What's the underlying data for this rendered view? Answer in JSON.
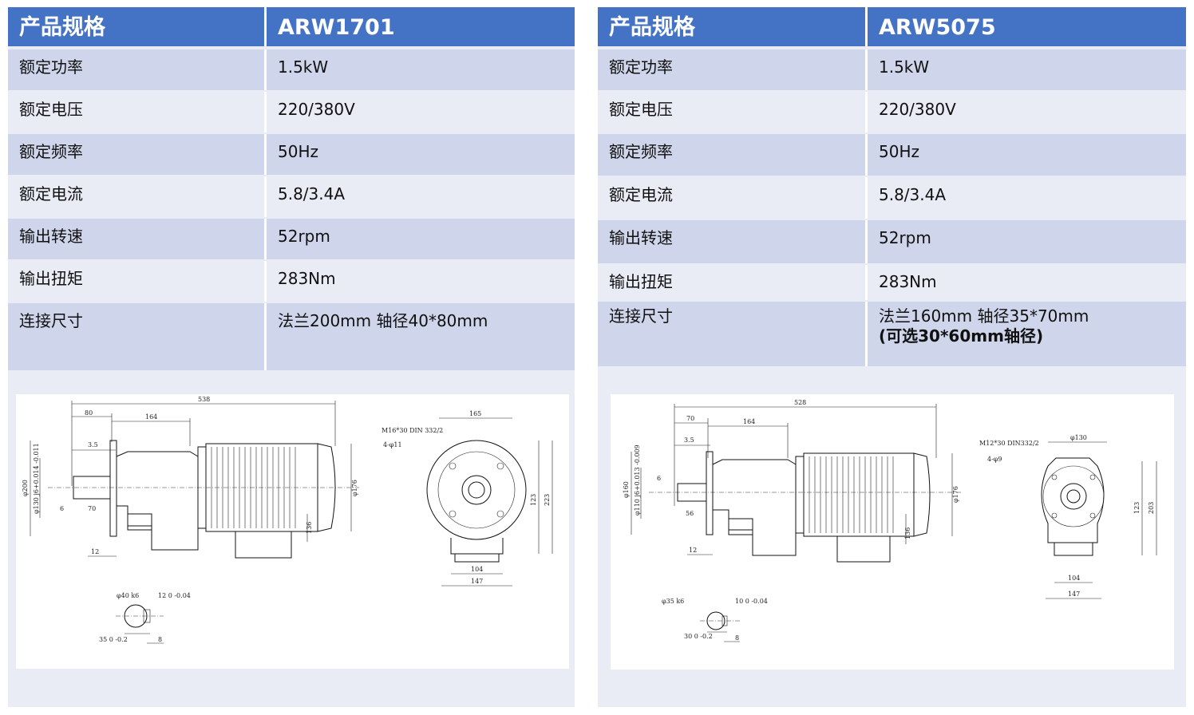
{
  "tables": [
    {
      "header": {
        "label": "产品规格",
        "model": "ARW1701"
      },
      "rows": [
        {
          "label": "额定功率",
          "value": "1.5kW"
        },
        {
          "label": "额定电压",
          "value": "220/380V"
        },
        {
          "label": "额定频率",
          "value": "50Hz"
        },
        {
          "label": "额定电流",
          "value": "5.8/3.4A"
        },
        {
          "label": "输出转速",
          "value": "52rpm"
        },
        {
          "label": "输出扭矩",
          "value": "283Nm"
        },
        {
          "label": "连接尺寸",
          "value": "法兰200mm 轴径40*80mm",
          "note": ""
        }
      ],
      "drawing": {
        "dims": {
          "overall": "538",
          "d80": "80",
          "d164": "164",
          "d35": "3.5",
          "d6": "6",
          "d70": "70",
          "d12": "12",
          "phi200": "φ200",
          "phi130": "φ130 j6+0.014 -0.011",
          "phi176": "φ176",
          "h136": "136",
          "w165": "165",
          "thread": "M16*30 DIN 332/2",
          "holes": "4-φ11",
          "h223": "223",
          "h123": "123",
          "w104": "104",
          "w147": "147",
          "shaft": "φ40 k6",
          "key": "12 0 -0.04",
          "keyh": "35 0 -0.2",
          "k8": "8"
        }
      }
    },
    {
      "header": {
        "label": "产品规格",
        "model": "ARW5075"
      },
      "rows": [
        {
          "label": "额定功率",
          "value": "1.5kW"
        },
        {
          "label": "额定电压",
          "value": "220/380V"
        },
        {
          "label": "额定频率",
          "value": "50Hz"
        },
        {
          "label": "额定电流",
          "value": "5.8/3.4A"
        },
        {
          "label": "输出转速",
          "value": "52rpm"
        },
        {
          "label": "输出扭矩",
          "value": "283Nm"
        },
        {
          "label": "连接尺寸",
          "value": "法兰160mm 轴径35*70mm",
          "note": "(可选30*60mm轴径)"
        }
      ],
      "drawing": {
        "dims": {
          "overall": "528",
          "d80": "70",
          "d164": "164",
          "d35": "3.5",
          "d6": "6",
          "d70": "56",
          "d12": "12",
          "phi200": "φ160",
          "phi130": "φ110 j6+0.013 -0.009",
          "phi176": "φ176",
          "h136": "136",
          "w165": "φ130",
          "thread": "M12*30 DIN332/2",
          "holes": "4-φ9",
          "h223": "203",
          "h123": "123",
          "w104": "104",
          "w147": "147",
          "shaft": "φ35 k6",
          "key": "10 0 -0.04",
          "keyh": "30 0 -0.2",
          "k8": "8"
        }
      }
    }
  ],
  "colors": {
    "header": "#4472c4",
    "row_dark": "#cfd5ea",
    "row_light": "#e9ebf5"
  }
}
